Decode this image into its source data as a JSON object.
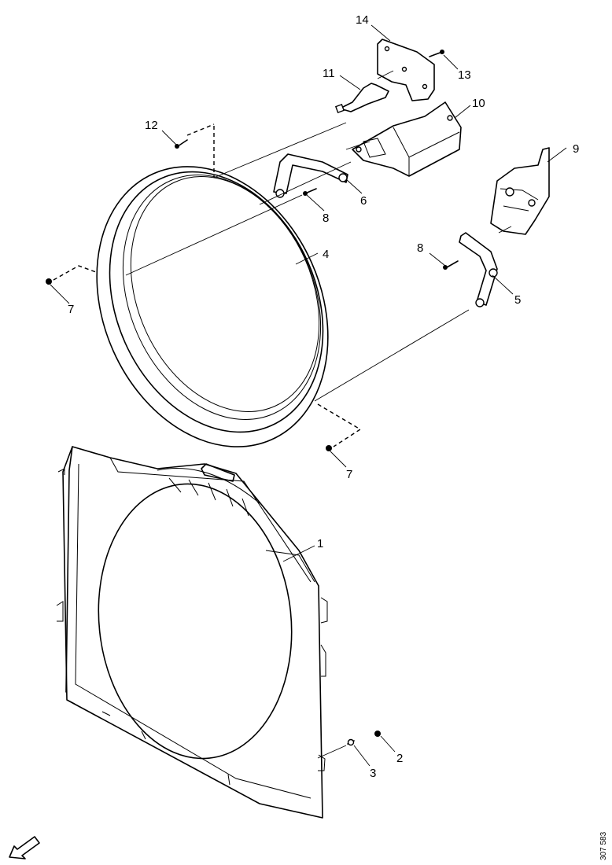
{
  "callouts": [
    {
      "id": "1",
      "label": "1"
    },
    {
      "id": "2",
      "label": "2"
    },
    {
      "id": "3",
      "label": "3"
    },
    {
      "id": "4",
      "label": "4"
    },
    {
      "id": "5",
      "label": "5"
    },
    {
      "id": "6",
      "label": "6"
    },
    {
      "id": "7a",
      "label": "7"
    },
    {
      "id": "7b",
      "label": "7"
    },
    {
      "id": "8a",
      "label": "8"
    },
    {
      "id": "8b",
      "label": "8"
    },
    {
      "id": "9",
      "label": "9"
    },
    {
      "id": "10",
      "label": "10"
    },
    {
      "id": "11",
      "label": "11"
    },
    {
      "id": "12",
      "label": "12"
    },
    {
      "id": "13",
      "label": "13"
    },
    {
      "id": "14",
      "label": "14"
    }
  ],
  "reference_number": "307 583",
  "icons": {
    "direction": "front-direction-arrow-icon"
  }
}
